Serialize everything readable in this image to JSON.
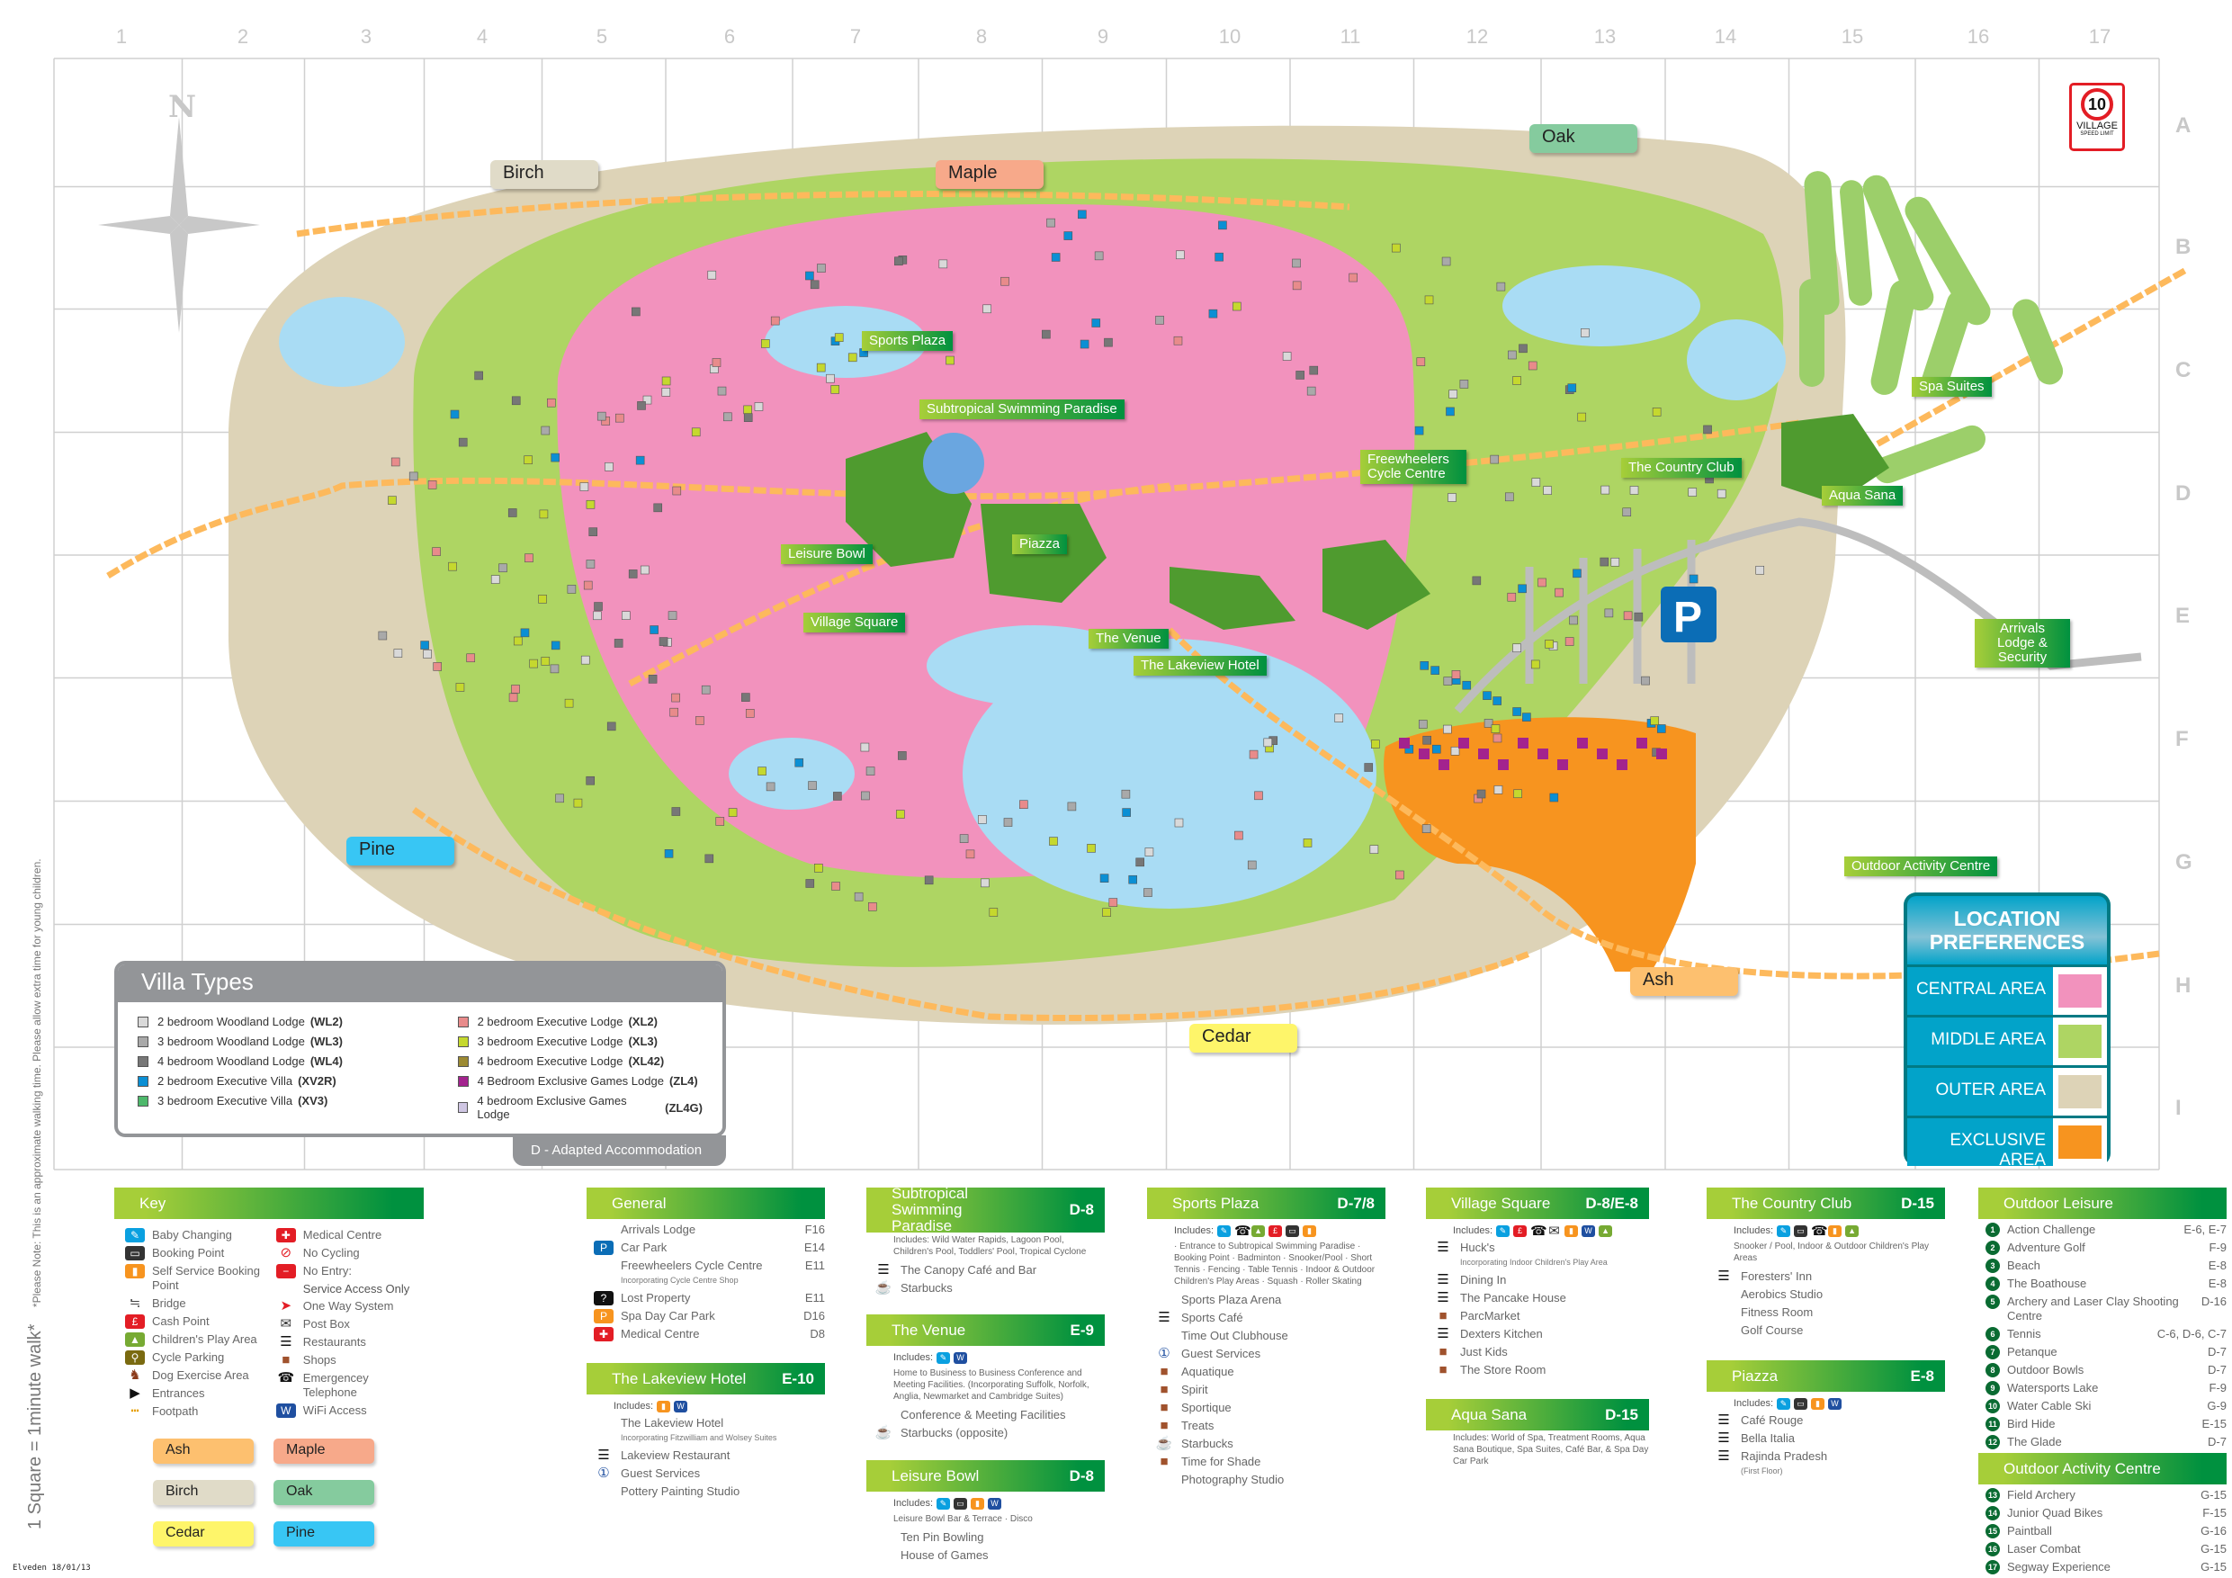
{
  "grid": {
    "columns": [
      "1",
      "2",
      "3",
      "4",
      "5",
      "6",
      "7",
      "8",
      "9",
      "10",
      "11",
      "12",
      "13",
      "14",
      "15",
      "16",
      "17"
    ],
    "rows": [
      "A",
      "B",
      "C",
      "D",
      "E",
      "F",
      "G",
      "H",
      "I"
    ]
  },
  "compass": "N",
  "speed_sign": {
    "number": "10",
    "line1": "VILLAGE",
    "line2": "SPEED LIMIT"
  },
  "areas": {
    "birch": "Birch",
    "maple": "Maple",
    "oak": "Oak",
    "pine": "Pine",
    "cedar": "Cedar",
    "ash": "Ash"
  },
  "area_colors": {
    "ash": "#fdc06f",
    "maple": "#f7a98a",
    "birch": "#e0dbc8",
    "oak": "#85cb9e",
    "cedar": "#fef56a",
    "pine": "#38c6f4"
  },
  "places": {
    "sports_plaza": "Sports Plaza",
    "subtropical": "Subtropical Swimming Paradise",
    "leisure_bowl": "Leisure Bowl",
    "piazza": "Piazza",
    "village_square": "Village Square",
    "the_venue": "The Venue",
    "lakeview": "The Lakeview Hotel",
    "freewheelers": "Freewheelers Cycle Centre",
    "country_club": "The Country Club",
    "aqua_sana": "Aqua Sana",
    "spa_suites": "Spa Suites",
    "arrivals": "Arrivals Lodge & Security",
    "outdoor_activity": "Outdoor Activity Centre",
    "parking": "P"
  },
  "villa_types": {
    "title": "Villa Types",
    "footer": "D - Adapted Accommodation",
    "left": [
      {
        "label": "2 bedroom Woodland Lodge",
        "code": "(WL2)",
        "color": "#d9d9d9"
      },
      {
        "label": "3 bedroom Woodland Lodge",
        "code": "(WL3)",
        "color": "#a9a9a9"
      },
      {
        "label": "4 bedroom Woodland Lodge",
        "code": "(WL4)",
        "color": "#777777"
      },
      {
        "label": "2 bedroom Executive Villa",
        "code": "(XV2R)",
        "color": "#0b8fd4"
      },
      {
        "label": "3 bedroom Executive Villa",
        "code": "(XV3)",
        "color": "#4db86b"
      }
    ],
    "right": [
      {
        "label": "2 bedroom Executive Lodge",
        "code": "(XL2)",
        "color": "#e88b8b"
      },
      {
        "label": "3 bedroom Executive Lodge",
        "code": "(XL3)",
        "color": "#c5d82e"
      },
      {
        "label": "4 bedroom Executive Lodge",
        "code": "(XL42)",
        "color": "#9c8a33"
      },
      {
        "label": "4 Bedroom Exclusive Games Lodge",
        "code": "(ZL4)",
        "color": "#a3238e"
      },
      {
        "label": "4 bedroom Exclusive Games Lodge",
        "code": "(ZL4G)",
        "color": "#cfc6e3"
      }
    ]
  },
  "location_preferences": {
    "title_line1": "LOCATION",
    "title_line2": "PREFERENCES",
    "items": [
      {
        "label": "CENTRAL AREA",
        "color": "#f292bd"
      },
      {
        "label": "MIDDLE AREA",
        "color": "#aed563"
      },
      {
        "label": "OUTER AREA",
        "color": "#ddd3b7"
      },
      {
        "label": "EXCLUSIVE AREA",
        "color": "#f7941f"
      }
    ]
  },
  "side_note": {
    "scale": "1 Square = 1minute walk*",
    "note": "*Please Note: This is an approximate walking time. Please allow extra time for young children.",
    "footer": "Elveden 18/01/13"
  },
  "key": {
    "title": "Key",
    "left": [
      {
        "icon": "baby",
        "label": "Baby Changing"
      },
      {
        "icon": "booking",
        "label": "Booking Point"
      },
      {
        "icon": "selfservice",
        "label": "Self Service Booking Point"
      },
      {
        "icon": "bridge",
        "label": "Bridge"
      },
      {
        "icon": "cash",
        "label": "Cash Point"
      },
      {
        "icon": "play",
        "label": "Children's Play Area"
      },
      {
        "icon": "cycle",
        "label": "Cycle Parking"
      },
      {
        "icon": "dog",
        "label": "Dog Exercise Area"
      },
      {
        "icon": "entrance",
        "label": "Entrances"
      },
      {
        "icon": "footpath",
        "label": "Footpath"
      }
    ],
    "right": [
      {
        "icon": "medical",
        "label": "Medical Centre"
      },
      {
        "icon": "nocycling",
        "label": "No Cycling"
      },
      {
        "icon": "noentry",
        "label": "No Entry:",
        "sub": "Service Access Only"
      },
      {
        "icon": "oneway",
        "label": "One Way System"
      },
      {
        "icon": "post",
        "label": "Post Box"
      },
      {
        "icon": "restaurant",
        "label": "Restaurants"
      },
      {
        "icon": "shop",
        "label": "Shops"
      },
      {
        "icon": "phone",
        "label": "Emergencey Telephone"
      },
      {
        "icon": "wifi",
        "label": "WiFi Access"
      }
    ]
  },
  "panels": [
    {
      "id": "general",
      "title": "General",
      "ref": "",
      "items": [
        {
          "icon": "",
          "label": "Arrivals Lodge",
          "ref": "F16"
        },
        {
          "icon": "carpark",
          "label": "Car Park",
          "ref": "E14"
        },
        {
          "icon": "",
          "label": "Freewheelers Cycle Centre",
          "sub": "Incorporating Cycle Centre Shop",
          "ref": "E11"
        },
        {
          "icon": "lost",
          "label": "Lost Property",
          "ref": "E11"
        },
        {
          "icon": "spapark",
          "label": "Spa Day Car Park",
          "ref": "D16"
        },
        {
          "icon": "medical",
          "label": "Medical Centre",
          "ref": "D8"
        }
      ]
    },
    {
      "id": "lakeview",
      "title": "The Lakeview Hotel",
      "ref": "E-10",
      "includes": "Includes:",
      "inc_icons": [
        "selfservice",
        "wifi"
      ],
      "items": [
        {
          "icon": "",
          "label": "The Lakeview Hotel",
          "sub": "Incorporating Fitzwilliam and Wolsey Suites"
        },
        {
          "icon": "restaurant",
          "label": "Lakeview Restaurant"
        },
        {
          "icon": "guest",
          "label": "Guest Services"
        },
        {
          "icon": "",
          "label": "Pottery Painting Studio"
        }
      ]
    },
    {
      "id": "subtropical",
      "title": "Subtropical Swimming Paradise",
      "ref": "D-8",
      "description": "Includes: Wild Water Rapids, Lagoon Pool, Children's Pool, Toddlers' Pool, Tropical Cyclone",
      "items": [
        {
          "icon": "restaurant",
          "label": "The Canopy Café and Bar"
        },
        {
          "icon": "coffee",
          "label": "Starbucks"
        }
      ]
    },
    {
      "id": "venue",
      "title": "The Venue",
      "ref": "E-9",
      "includes": "Includes:",
      "inc_icons": [
        "baby",
        "wifi"
      ],
      "description": "Home to Business to Business Conference and Meeting Facilities. (Incorporating Suffolk, Norfolk, Anglia, Newmarket and Cambridge Suites)",
      "items": [
        {
          "icon": "",
          "label": "Conference & Meeting Facilities"
        },
        {
          "icon": "coffee",
          "label": "Starbucks (opposite)"
        }
      ]
    },
    {
      "id": "leisurebowl",
      "title": "Leisure Bowl",
      "ref": "D-8",
      "includes": "Includes:",
      "inc_icons": [
        "baby",
        "booking",
        "selfservice",
        "wifi"
      ],
      "description": "Leisure Bowl Bar & Terrace · Disco",
      "items": [
        {
          "icon": "",
          "label": "Ten Pin Bowling"
        },
        {
          "icon": "",
          "label": "House of Games"
        }
      ]
    },
    {
      "id": "sportsplaza",
      "title": "Sports Plaza",
      "ref": "D-7/8",
      "includes": "Includes:",
      "inc_icons": [
        "baby",
        "phone",
        "play",
        "cash",
        "booking",
        "selfservice"
      ],
      "description": "· Entrance to Subtropical Swimming Paradise · Booking Point · Badminton · Snooker/Pool · Short Tennis · Fencing · Table Tennis · Indoor & Outdoor Children's Play Areas · Squash · Roller Skating",
      "items": [
        {
          "icon": "",
          "label": "Sports Plaza Arena"
        },
        {
          "icon": "restaurant",
          "label": "Sports Café"
        },
        {
          "icon": "",
          "label": "Time Out Clubhouse"
        },
        {
          "icon": "guest",
          "label": "Guest Services"
        },
        {
          "icon": "shop",
          "label": "Aquatique"
        },
        {
          "icon": "shop",
          "label": "Spirit"
        },
        {
          "icon": "shop",
          "label": "Sportique"
        },
        {
          "icon": "shop",
          "label": "Treats"
        },
        {
          "icon": "coffee",
          "label": "Starbucks"
        },
        {
          "icon": "shop",
          "label": "Time for Shade"
        },
        {
          "icon": "",
          "label": "Photography Studio"
        }
      ]
    },
    {
      "id": "villagesquare",
      "title": "Village Square",
      "ref": "D-8/E-8",
      "includes": "Includes:",
      "inc_icons": [
        "baby",
        "cash",
        "phone",
        "post",
        "selfservice",
        "wifi",
        "play"
      ],
      "items": [
        {
          "icon": "restaurant",
          "label": "Huck's",
          "sub": "Incorporating Indoor Children's Play Area"
        },
        {
          "icon": "restaurant",
          "label": "Dining In"
        },
        {
          "icon": "restaurant",
          "label": "The Pancake House"
        },
        {
          "icon": "shop",
          "label": "ParcMarket"
        },
        {
          "icon": "restaurant",
          "label": "Dexters Kitchen"
        },
        {
          "icon": "shop",
          "label": "Just Kids"
        },
        {
          "icon": "shop",
          "label": "The Store Room"
        }
      ]
    },
    {
      "id": "aquasana",
      "title": "Aqua Sana",
      "ref": "D-15",
      "description": "Includes: World of Spa, Treatment Rooms, Aqua Sana Boutique, Spa Suites, Café Bar, & Spa Day Car Park",
      "items": []
    },
    {
      "id": "countryclub",
      "title": "The Country Club",
      "ref": "D-15",
      "includes": "Includes:",
      "inc_icons": [
        "baby",
        "booking",
        "phone",
        "selfservice",
        "play"
      ],
      "description": "Snooker / Pool, Indoor & Outdoor Children's Play Areas",
      "items": [
        {
          "icon": "restaurant",
          "label": "Foresters' Inn"
        },
        {
          "icon": "",
          "label": "Aerobics Studio"
        },
        {
          "icon": "",
          "label": "Fitness Room"
        },
        {
          "icon": "",
          "label": "Golf Course"
        }
      ]
    },
    {
      "id": "piazza",
      "title": "Piazza",
      "ref": "E-8",
      "includes": "Includes:",
      "inc_icons": [
        "baby",
        "booking",
        "selfservice",
        "wifi"
      ],
      "items": [
        {
          "icon": "restaurant",
          "label": "Café Rouge"
        },
        {
          "icon": "restaurant",
          "label": "Bella Italia"
        },
        {
          "icon": "restaurant",
          "label": "Rajinda Pradesh",
          "sub": "(First Floor)"
        }
      ]
    },
    {
      "id": "outdoorleisure",
      "title": "Outdoor Leisure",
      "ref": "",
      "items": [
        {
          "num": "1",
          "label": "Action Challenge",
          "ref": "E-6, E-7"
        },
        {
          "num": "2",
          "label": "Adventure Golf",
          "ref": "F-9"
        },
        {
          "num": "3",
          "label": "Beach",
          "ref": "E-8"
        },
        {
          "num": "4",
          "label": "The Boathouse",
          "ref": "E-8"
        },
        {
          "num": "5",
          "label": "Archery and Laser Clay Shooting Centre",
          "ref": "D-16"
        },
        {
          "num": "6",
          "label": "Tennis",
          "ref": "C-6, D-6, C-7"
        },
        {
          "num": "7",
          "label": "Petanque",
          "ref": "D-7"
        },
        {
          "num": "8",
          "label": "Outdoor Bowls",
          "ref": "D-7"
        },
        {
          "num": "9",
          "label": "Watersports Lake",
          "ref": "F-9"
        },
        {
          "num": "10",
          "label": "Water Cable Ski",
          "ref": "G-9"
        },
        {
          "num": "11",
          "label": "Bird Hide",
          "ref": "E-15"
        },
        {
          "num": "12",
          "label": "The Glade",
          "ref": "D-7"
        }
      ]
    },
    {
      "id": "outdooractivity",
      "title": "Outdoor Activity Centre",
      "ref": "",
      "items": [
        {
          "num": "13",
          "label": "Field Archery",
          "ref": "G-15"
        },
        {
          "num": "14",
          "label": "Junior Quad Bikes",
          "ref": "F-15"
        },
        {
          "num": "15",
          "label": "Paintball",
          "ref": "G-16"
        },
        {
          "num": "16",
          "label": "Laser Combat",
          "ref": "G-15"
        },
        {
          "num": "17",
          "label": "Segway Experience",
          "ref": "G-15"
        }
      ]
    }
  ]
}
